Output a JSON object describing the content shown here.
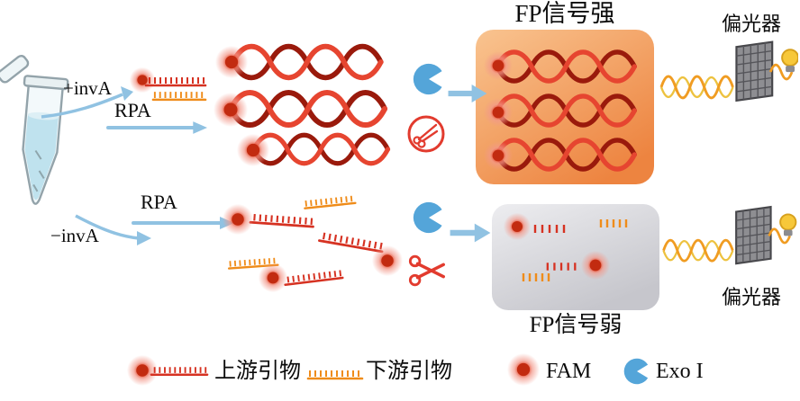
{
  "labels": {
    "fp_strong": "FP信号强",
    "fp_weak": "FP信号弱",
    "polarizer_top": "偏光器",
    "polarizer_bottom": "偏光器",
    "plus_inva": "+invA",
    "minus_inva": "−invA",
    "rpa_top": "RPA",
    "rpa_bottom": "RPA"
  },
  "legend": {
    "upstream_primer": "上游引物",
    "downstream_primer": "下游引物",
    "fam": "FAM",
    "exo": "Exo I"
  },
  "icons": {
    "sample_tube": "microcentrifuge-tube",
    "fam_dot": "red-glow-circle",
    "upstream_primer": "red-comb-line",
    "downstream_primer": "orange-comb-line",
    "dna_duplex": "red-double-helix",
    "exo_enzyme": "blue-pacman",
    "scissors": "red-scissors",
    "cut_site": "red-circle-cut-mark",
    "polarizer": "gray-grid-filter-with-waves-and-bulb",
    "arrow": "light-blue-arrow"
  },
  "colors": {
    "fam_core": "#c22b10",
    "fam_mid": "#e64a2e",
    "fam_halo": "#f2988a",
    "primer_red": "#d63222",
    "primer_orange": "#ef8c1a",
    "helix_bright": "#e64530",
    "helix_dark": "#9a1a0c",
    "exo_blue": "#54a5d9",
    "arrow_blue": "#90c2e2",
    "scissors_red": "#e23b2e",
    "strong_box_light": "#f9c490",
    "strong_box_deep": "#ed8440",
    "weak_box_light": "#ededf0",
    "weak_box_deep": "#c6c6cc",
    "wave_orange": "#f09c22",
    "wave_yellow": "#edc23f",
    "bulb_yellow": "#f7c83a",
    "grating_gray": "#8e8e92",
    "tube_liquid": "#bfe2ee"
  }
}
